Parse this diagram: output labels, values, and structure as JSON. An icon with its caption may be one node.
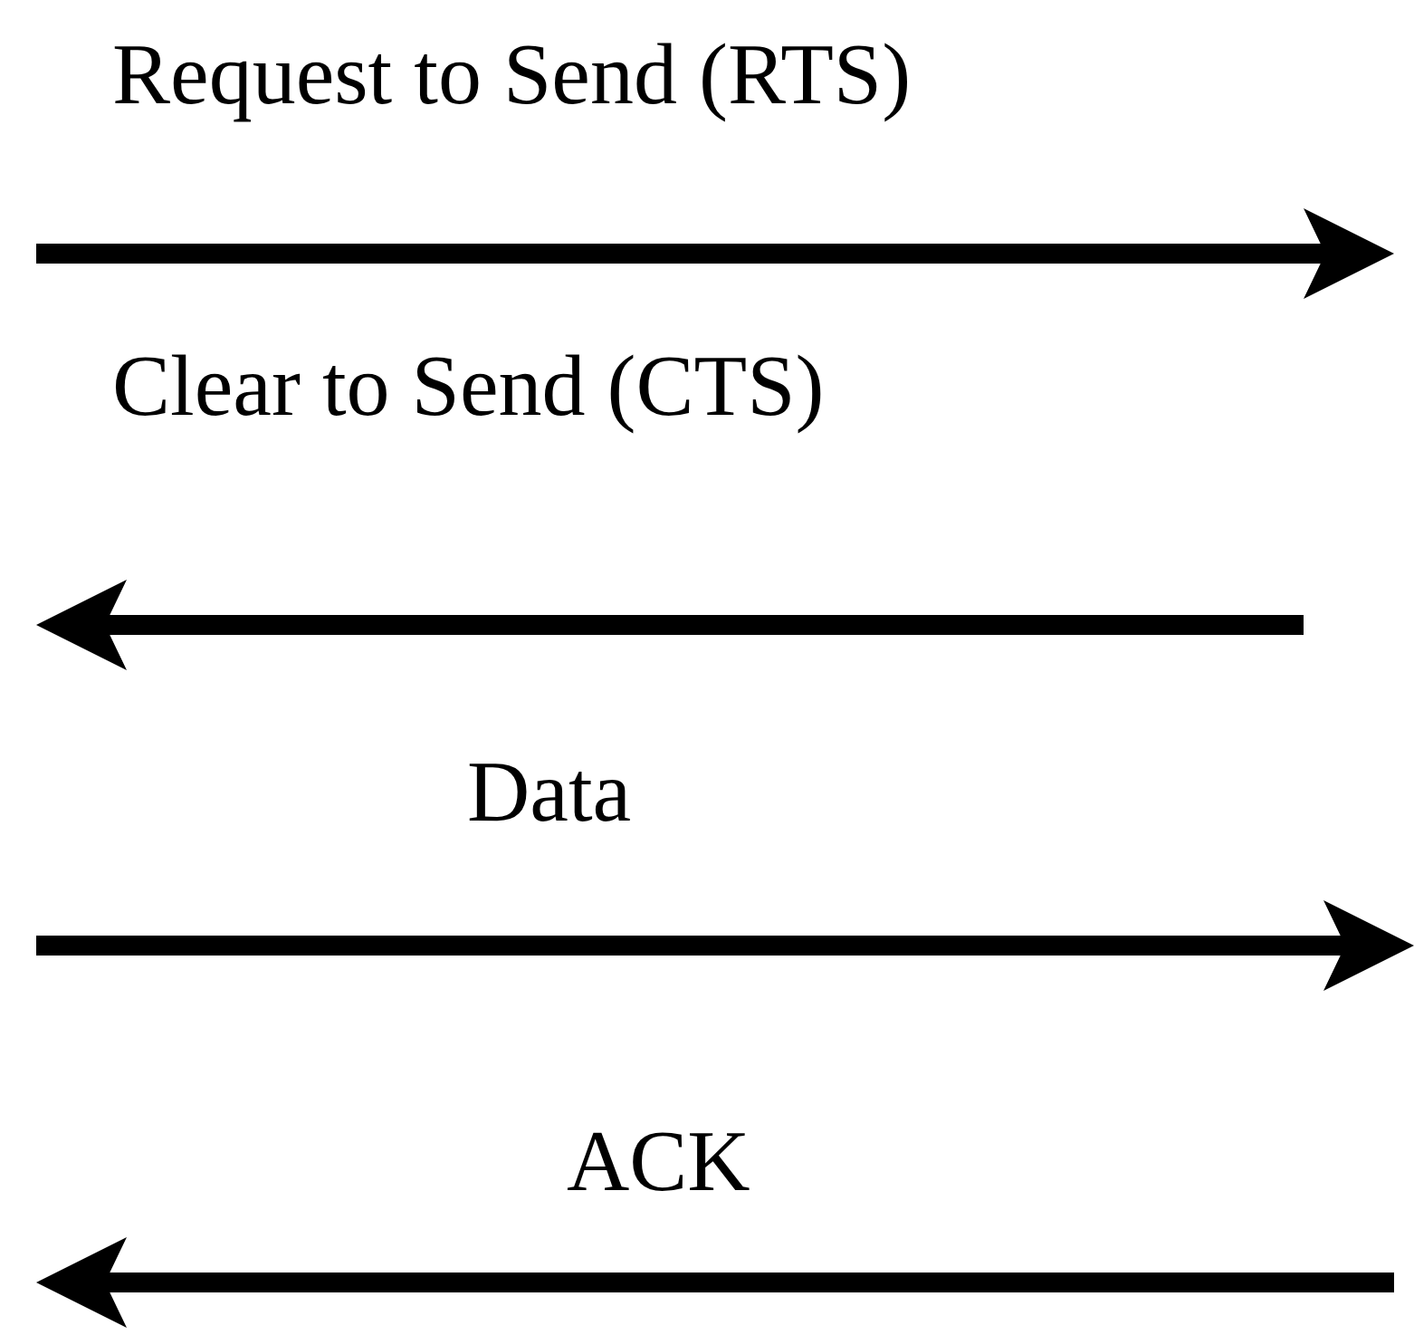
{
  "diagram": {
    "labels": [
      "Request to Send (RTS)",
      "Clear to Send (CTS)",
      "Data",
      "ACK"
    ]
  }
}
